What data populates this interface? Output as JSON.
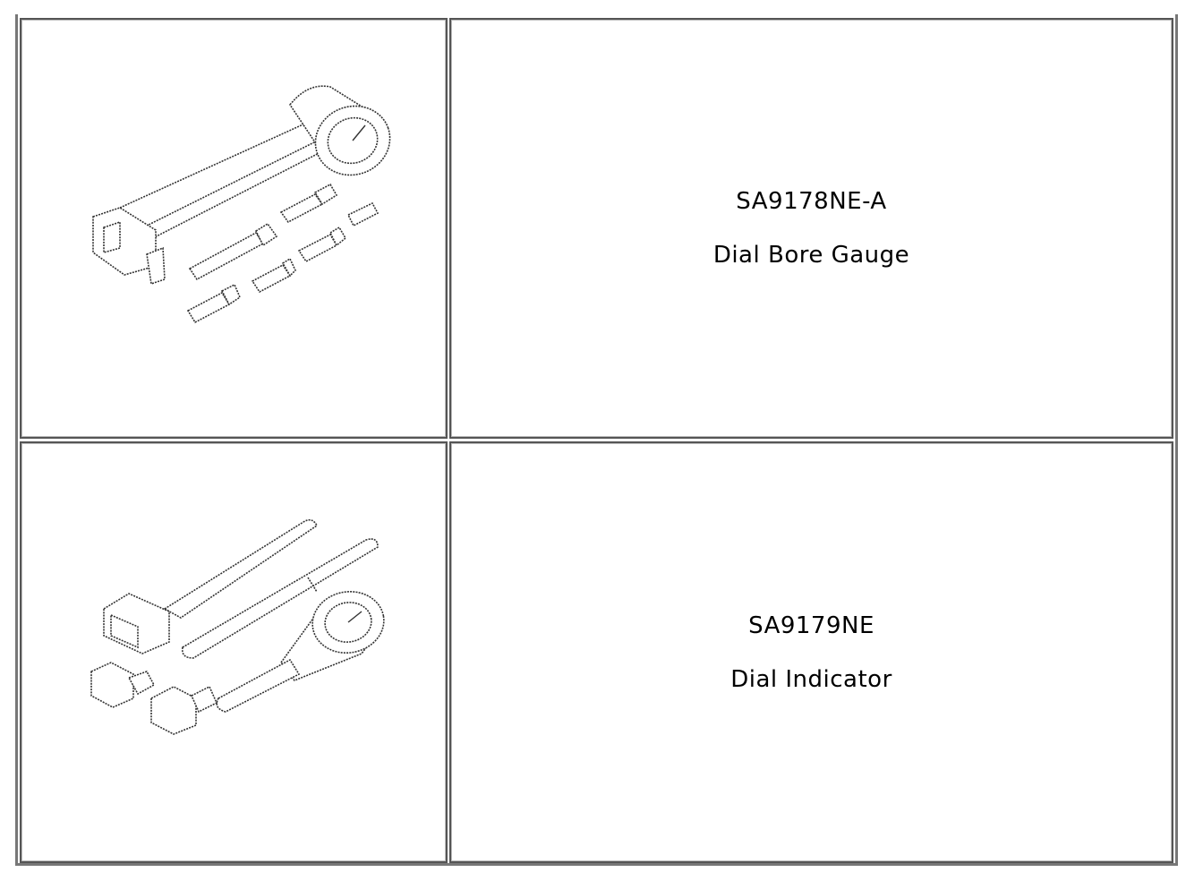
{
  "rows": [
    {
      "part_number": "SA9178NE-A",
      "part_name": "Dial Bore Gauge",
      "illustration_icon": "dial-bore-gauge-set-icon"
    },
    {
      "part_number": "SA9179NE",
      "part_name": "Dial Indicator",
      "illustration_icon": "dial-indicator-set-icon"
    }
  ]
}
